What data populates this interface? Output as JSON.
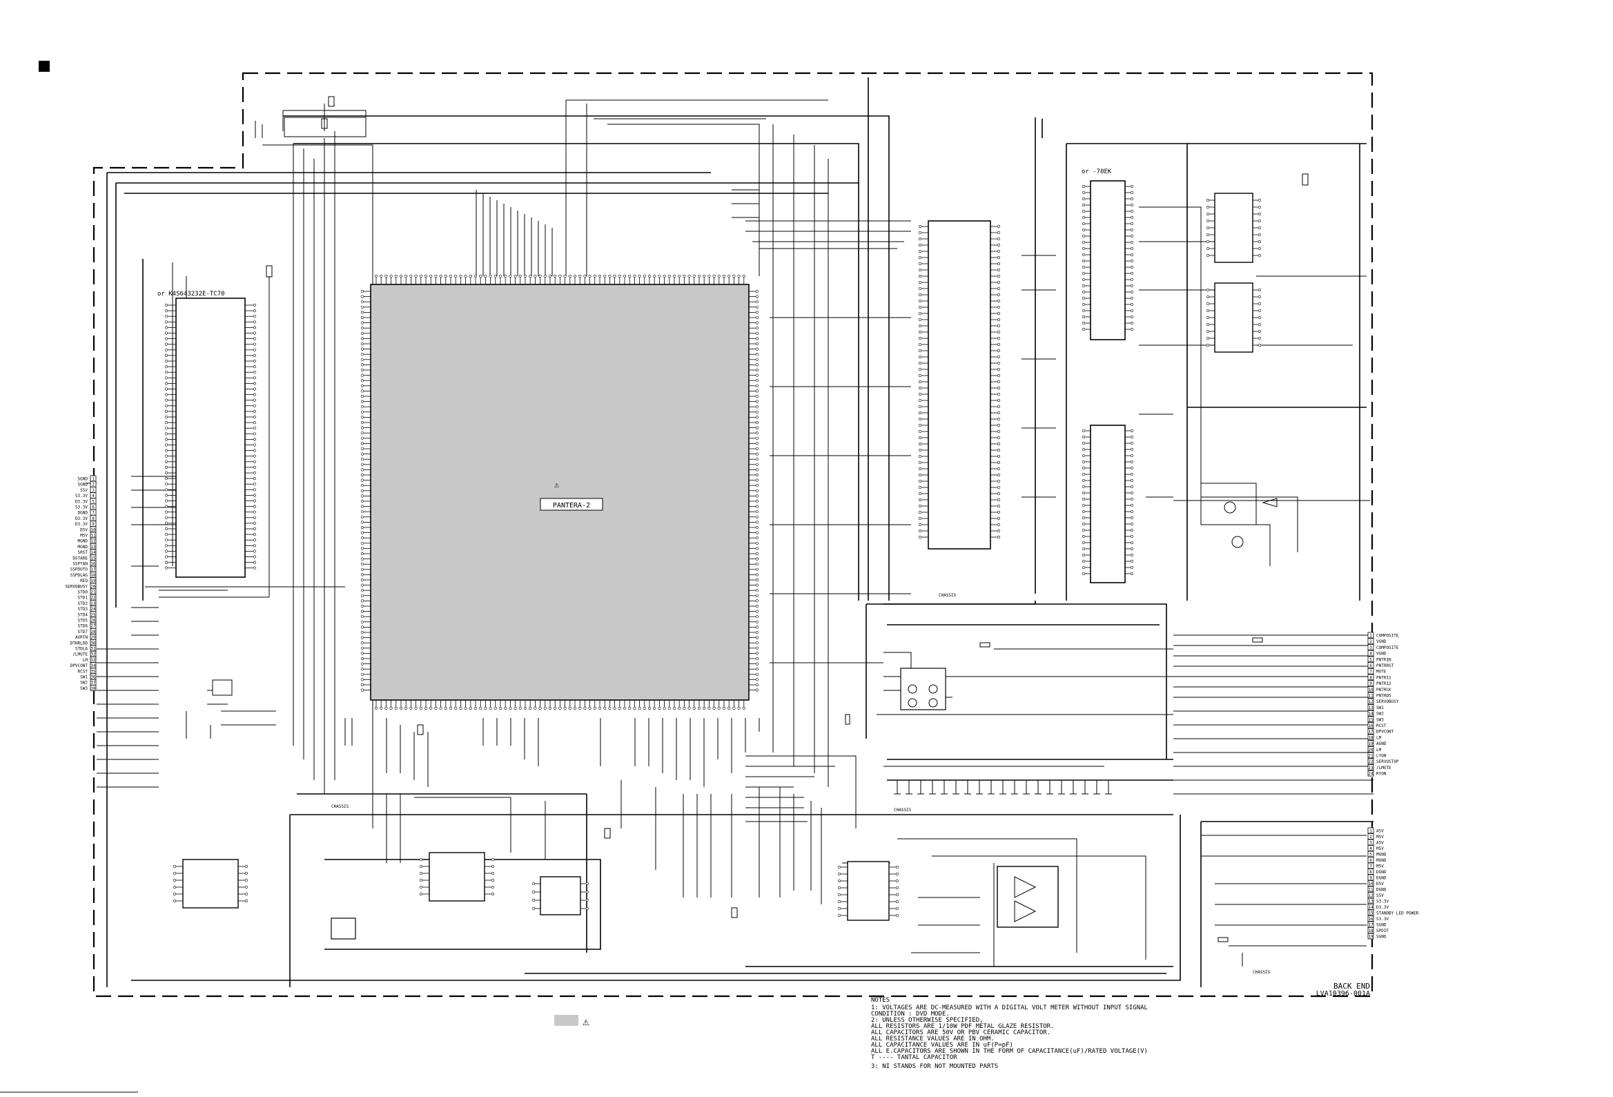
{
  "chips": {
    "main_ic": "PANTERA-2",
    "sdram_left": "or K4S643232E-TC70",
    "flash_right": "or -70EK"
  },
  "rear_connector_pins": [
    "SGND",
    "SGND",
    "S5V",
    "S3.3V",
    "D3.3V",
    "S3.3V",
    "DGND",
    "D3.3V",
    "D3.3V",
    "D5V",
    "M5V",
    "MGND",
    "MGND",
    "SRST",
    "DSTARE",
    "SSPTAN",
    "SSPDUTO",
    "SSPDLAG",
    "REQ",
    "SERVOBUSY",
    "STD0",
    "STD1",
    "STD2",
    "STD3",
    "STD4",
    "STD5",
    "STD6",
    "STD7",
    "AVRTN",
    "DTHRLDD",
    "STDLA",
    "/LMUTE",
    "LM",
    "DPVCONT",
    "RCST",
    "SW1",
    "SW2",
    "SW3"
  ],
  "right_connector_pins": [
    "COMPOSITE",
    "VGND",
    "COMPOSITE",
    "VGND",
    "PNTRIN",
    "PNTRRST",
    "MUTE",
    "PNTRI1",
    "PNTRI2",
    "PNTRCK",
    "PNTRDS",
    "SERVOBUSY",
    "SW1",
    "SW2",
    "SW3",
    "RCST",
    "DPVCONT",
    "LM",
    "AGND",
    "LM",
    "LYON",
    "SERVOSTOP",
    "/LMUTE",
    "RYON"
  ],
  "power_connector_pins": [
    "A5V",
    "M5V",
    "A5V",
    "M5V",
    "MGND",
    "MGND",
    "M5V",
    "DGND",
    "DGND",
    "D5V",
    "DGND",
    "S5V",
    "S3.3V",
    "D3.3V",
    "STANDBY LED POWER",
    "S3.3V",
    "SGND",
    "SPDIF",
    "SGND"
  ],
  "title_block": {
    "board": "BACK END",
    "code": "LVA10396-001A"
  },
  "notes": {
    "header": "NOTES",
    "lines": [
      "1:  VOLTAGES ARE DC-MEASURED WITH A DIGITAL VOLT METER WITHOUT INPUT SIGNAL",
      "     CONDITION : DVD MODE.",
      "2:  UNLESS OTHERWISE SPECIFIED,",
      "     ALL RESISTORS ARE 1/10W PDF METAL GLAZE RESISTOR.",
      "     ALL CAPACITORS ARE 50V OR PBV CERAMIC CAPACITOR.",
      "     ALL RESISTANCE VALUES ARE IN OHM.",
      "     ALL CAPACITANCE VALUES ARE IN uF(P=pF)",
      "     ALL E.CAPACITORS ARE SHOWN IN THE FORM OF CAPACITANCE(uF)/RATED VOLTAGE(V)",
      "     T ---- TANTAL CAPACITOR",
      "3:  NI STANDS FOR NOT MOUNTED PARTS"
    ]
  },
  "chassis_label": "CHASSIS",
  "colors": {
    "ink": "#000000",
    "ic_fill": "#c8c8c8",
    "paper": "#ffffff"
  }
}
